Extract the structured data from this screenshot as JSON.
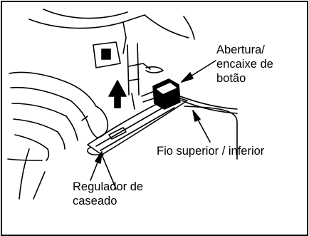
{
  "labels": {
    "buttonhole_opening": [
      "Abertura/",
      "encaixe de",
      "botão"
    ],
    "thread": "Fio superior / inferior",
    "buttonhole_regulator": [
      "Regulador de",
      "caseado"
    ]
  },
  "colors": {
    "ink": "#000000",
    "background": "#ffffff"
  }
}
